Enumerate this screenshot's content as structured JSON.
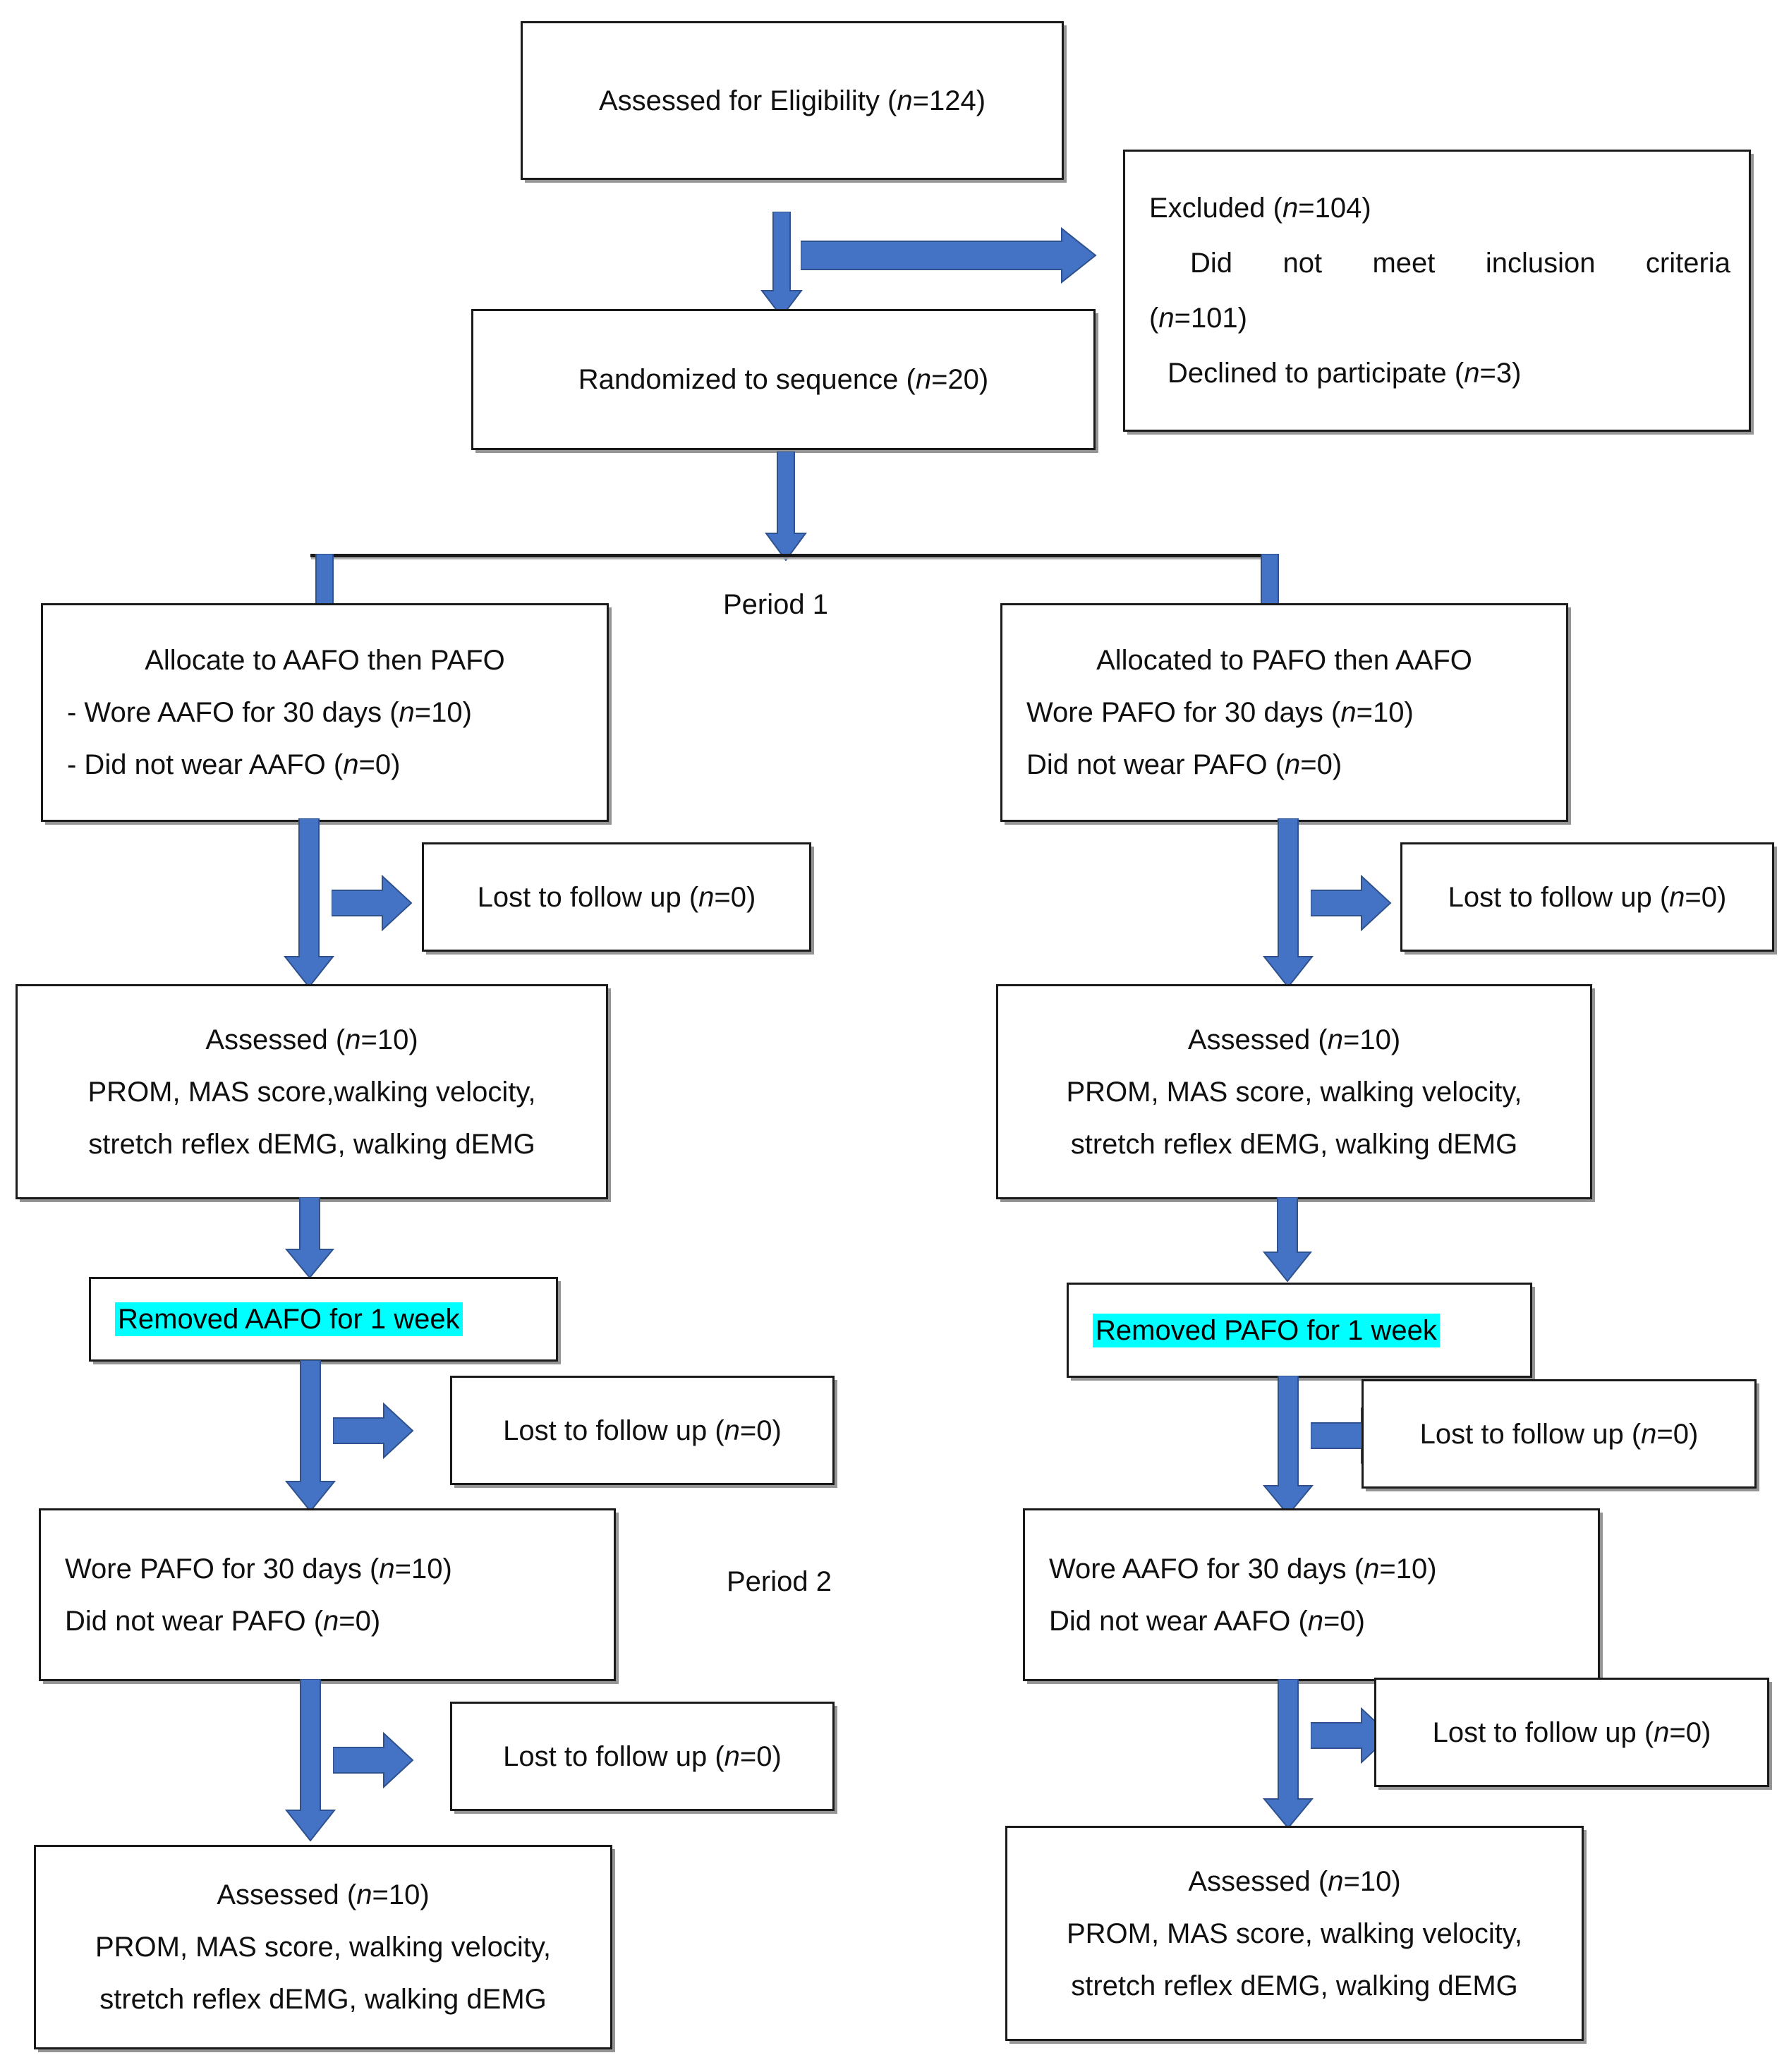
{
  "figure": {
    "type": "consort-flow-diagram",
    "colors": {
      "arrow_blue": "#4472C4",
      "arrow_blue_dark": "#2F528F",
      "box_border": "#1a1a1a",
      "highlight_cyan": "#00FFFF",
      "text": "#101010",
      "background": "#FFFFFF"
    }
  },
  "period_labels": {
    "period1": "Period 1",
    "period2": "Period 2"
  },
  "nodes": {
    "eligibility": {
      "lines": [
        "Assessed for Eligibility (n=124)"
      ]
    },
    "excluded": {
      "title": "Excluded (n=104)",
      "reason1_words": [
        "Did",
        "not",
        "meet",
        "inclusion",
        "criteria"
      ],
      "reason1_count": "(n=101)",
      "reason2": "Declined to participate (n=3)"
    },
    "randomized": {
      "lines": [
        "Randomized to sequence (n=20)"
      ]
    },
    "alloc_left": {
      "title": "Allocate to AAFO then PAFO",
      "lines": [
        "- Wore AAFO for 30 days (n=10)",
        "- Did not wear AAFO (n=0)"
      ]
    },
    "alloc_right": {
      "title": "Allocated to PAFO then AAFO",
      "lines": [
        "Wore PAFO for 30 days (n=10)",
        "Did not wear PAFO (n=0)"
      ]
    },
    "lost1_left": {
      "text": "Lost to follow up (n=0)"
    },
    "lost1_right": {
      "text": "Lost to follow up (n=0)"
    },
    "lost2_left": {
      "text": "Lost to follow up (n=0)"
    },
    "lost2_right": {
      "text": "Lost to follow up (n=0)"
    },
    "lost3_left": {
      "text": "Lost to follow up (n=0)"
    },
    "lost3_right": {
      "text": "Lost to follow up (n=0)"
    },
    "assessed1_left": {
      "lines": [
        "Assessed (n=10)",
        "PROM, MAS score,walking velocity,",
        "stretch reflex dEMG, walking dEMG"
      ]
    },
    "assessed1_right": {
      "lines": [
        "Assessed (n=10)",
        "PROM, MAS score, walking velocity,",
        "stretch reflex dEMG, walking dEMG"
      ]
    },
    "washout_left": {
      "text": "Removed AAFO for 1 week"
    },
    "washout_right": {
      "text": "Removed PAFO for 1 week"
    },
    "period2_left": {
      "lines": [
        "Wore PAFO for 30 days (n=10)",
        "Did not wear PAFO (n=0)"
      ]
    },
    "period2_right": {
      "lines": [
        "Wore AAFO for 30 days (n=10)",
        "Did not wear AAFO (n=0)"
      ]
    },
    "assessed2_left": {
      "lines": [
        "Assessed (n=10)",
        "PROM, MAS score, walking velocity,",
        "stretch reflex dEMG, walking dEMG"
      ]
    },
    "assessed2_right": {
      "lines": [
        "Assessed (n=10)",
        "PROM, MAS score, walking velocity,",
        "stretch reflex dEMG, walking dEMG"
      ]
    }
  }
}
